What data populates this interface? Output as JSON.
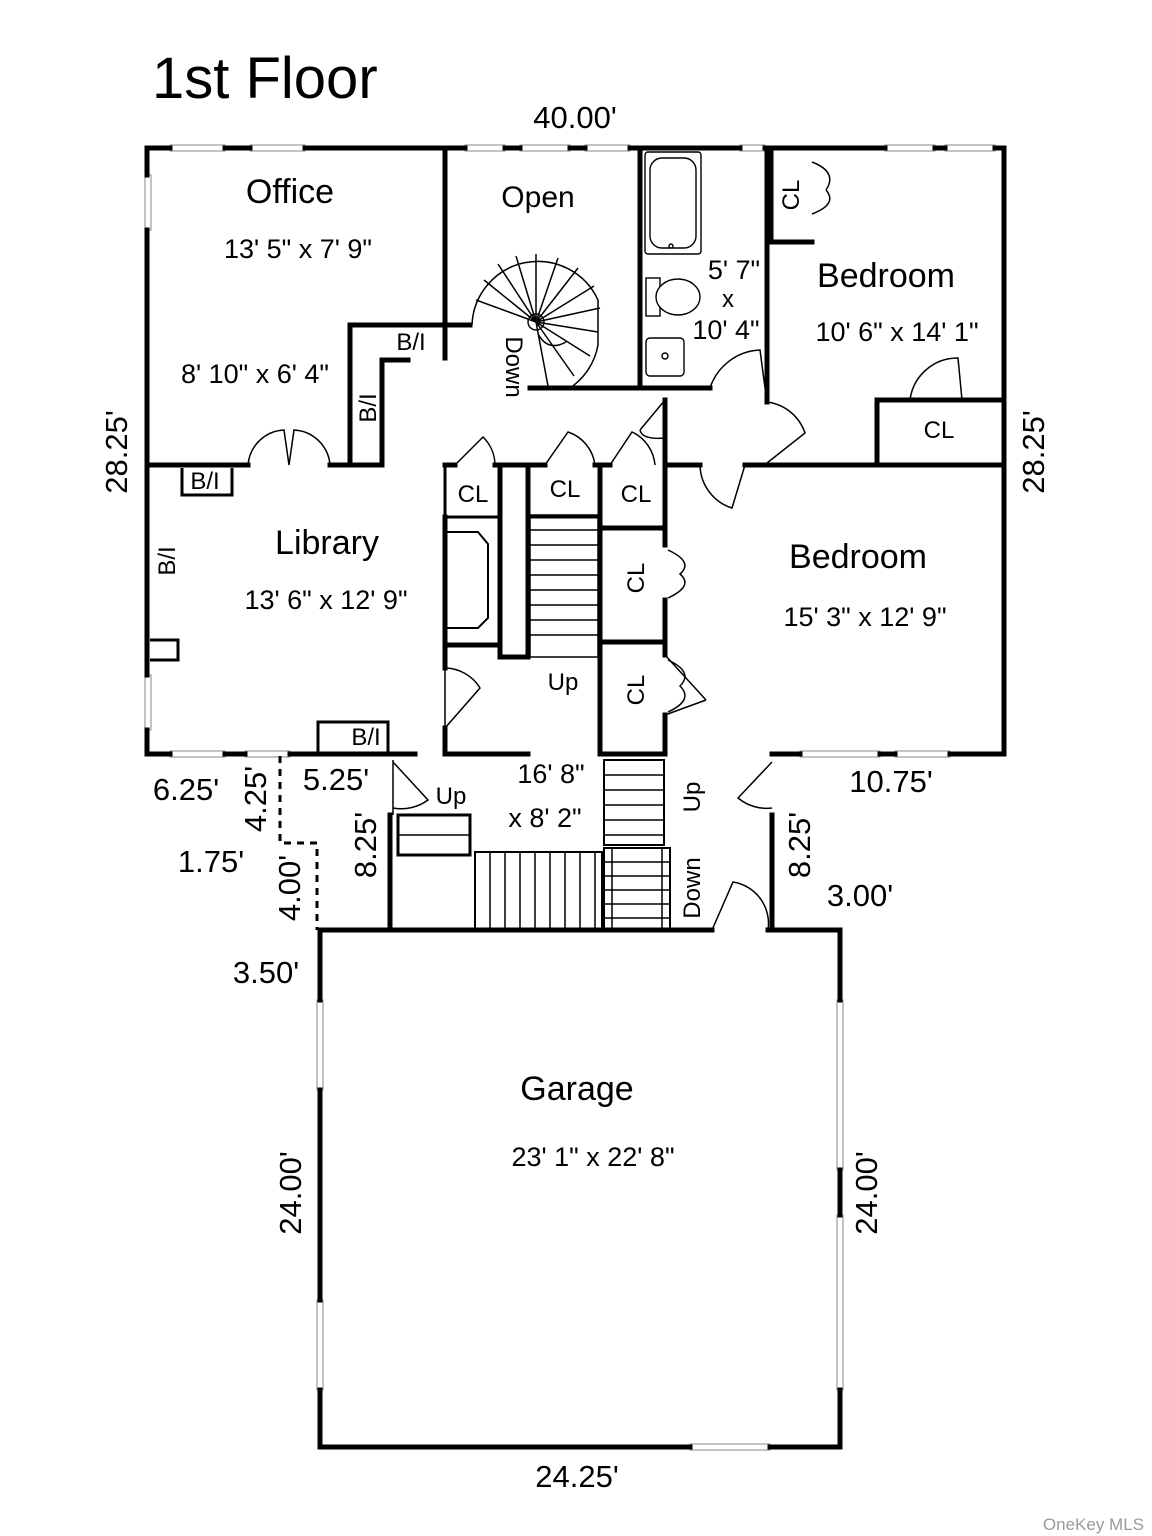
{
  "title": "1st Floor",
  "rooms": {
    "office": {
      "name": "Office",
      "size": "13' 5\" x 7' 9\""
    },
    "office_nook": {
      "size": "8' 10\" x 6' 4\""
    },
    "open": {
      "name": "Open"
    },
    "bath": {
      "size_line1": "5' 7\"",
      "size_line2": "x",
      "size_line3": "10' 4\""
    },
    "bedroom1": {
      "name": "Bedroom",
      "size": "10' 6\" x 14' 1\""
    },
    "library": {
      "name": "Library",
      "size": "13' 6\" x 12' 9\""
    },
    "bedroom2": {
      "name": "Bedroom",
      "size": "15' 3\" x 12' 9\""
    },
    "entry": {
      "size_line1": "16' 8\"",
      "size_line2": "x 8' 2\""
    },
    "garage": {
      "name": "Garage",
      "size": "23' 1\" x 22' 8\""
    }
  },
  "labels": {
    "closet": "CL",
    "built_in": "B/I",
    "up": "Up",
    "down": "Down"
  },
  "dimensions": {
    "top": "40.00'",
    "left": "28.25'",
    "right": "28.25'",
    "step_a": "6.25'",
    "step_b": "4.25'",
    "step_c": "5.25'",
    "step_d": "1.75'",
    "step_e": "4.00'",
    "step_f": "3.50'",
    "entry_left": "8.25'",
    "entry_right": "8.25'",
    "entry_right_top": "10.75'",
    "entry_right_bottom": "3.00'",
    "garage_left": "24.00'",
    "garage_right": "24.00'",
    "garage_bottom": "24.25'"
  },
  "credit": "OneKey MLS"
}
